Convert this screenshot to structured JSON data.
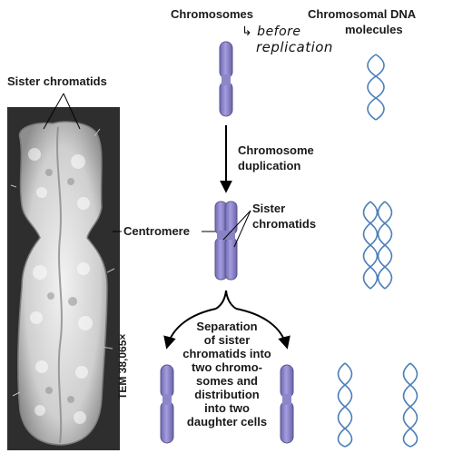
{
  "headers": {
    "chromosomes": "Chromosomes",
    "dna_line1": "Chromosomal DNA",
    "dna_line2": "molecules"
  },
  "handwritten_note": {
    "line1": "↳ before",
    "line2": "replication"
  },
  "micrograph": {
    "title": "Sister chromatids",
    "centromere": "Centromere",
    "magnification": "TEM 38,065×"
  },
  "steps": {
    "duplication_line1": "Chromosome",
    "duplication_line2": "duplication",
    "sister_line1": "Sister",
    "sister_line2": "chromatids",
    "separation_lines": [
      "Separation",
      "of sister",
      "chromatids into",
      "two chromo-",
      "somes and",
      "distribution",
      "into two",
      "daughter cells"
    ]
  },
  "colors": {
    "chromosome": "#8d86c8",
    "chromosome_edge": "#5b548f",
    "dna": "#4a7fb8",
    "micrograph_bg": "#2c2c2c"
  }
}
